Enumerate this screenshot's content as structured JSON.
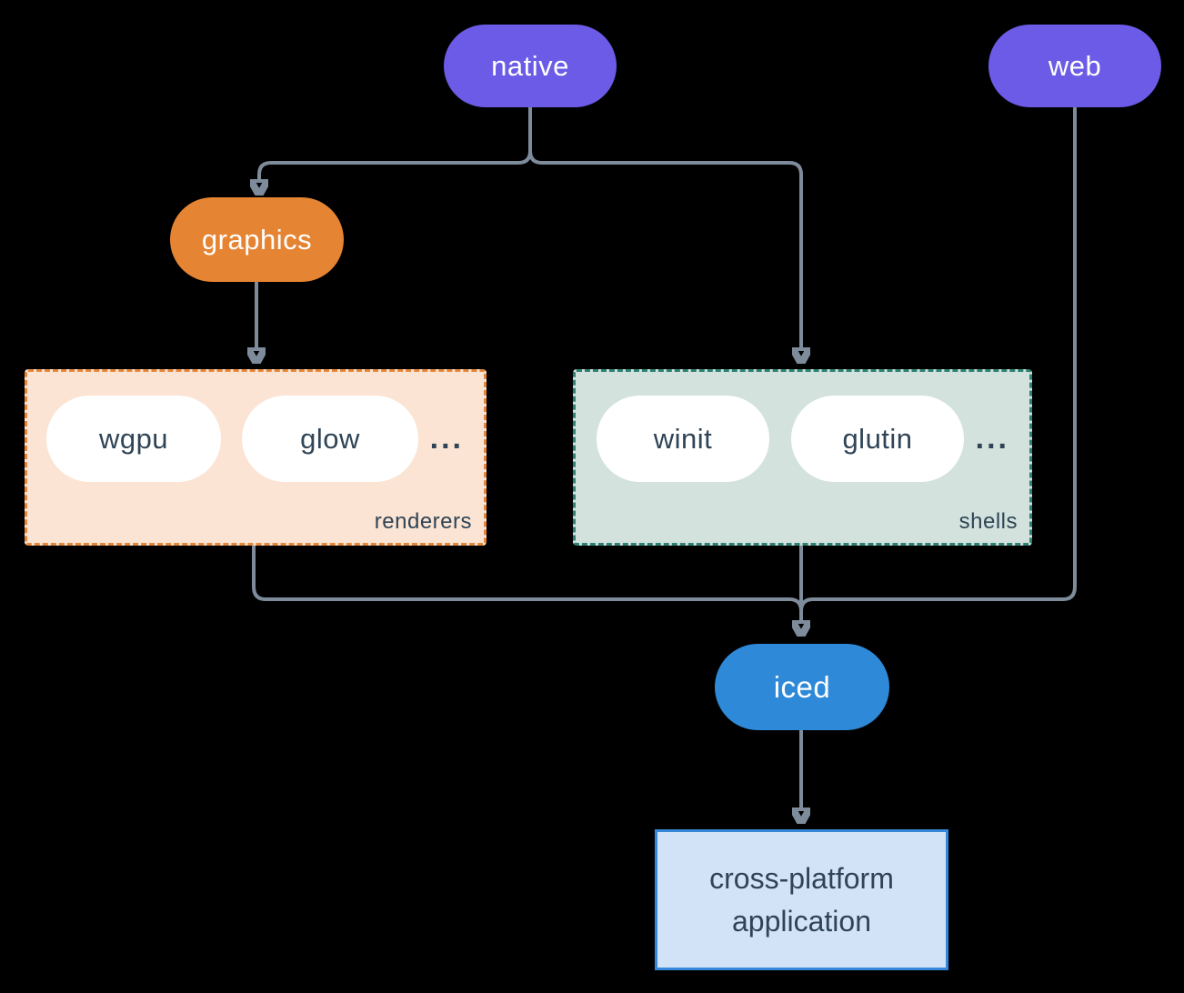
{
  "nodes": {
    "native": {
      "label": "native"
    },
    "web": {
      "label": "web"
    },
    "graphics": {
      "label": "graphics"
    },
    "iced": {
      "label": "iced"
    },
    "app": {
      "line1": "cross-platform",
      "line2": "application"
    }
  },
  "groups": {
    "renderers": {
      "label": "renderers",
      "items": [
        "wgpu",
        "glow"
      ],
      "ellipsis": "..."
    },
    "shells": {
      "label": "shells",
      "items": [
        "winit",
        "glutin"
      ],
      "ellipsis": "..."
    }
  },
  "colors": {
    "purple": "#6B5BE6",
    "orange": "#E58432",
    "blue": "#2E89D8",
    "line": "#7D8B9B",
    "ink": "#2F4456",
    "peach": "#FBE4D3",
    "peach-border": "#E5873A",
    "sage": "#D3E2DC",
    "sage-border": "#2E8273",
    "app-fill": "#D2E3F7",
    "app-border": "#3688DB",
    "node-text": "#FFFFFF",
    "background": "#000000"
  }
}
